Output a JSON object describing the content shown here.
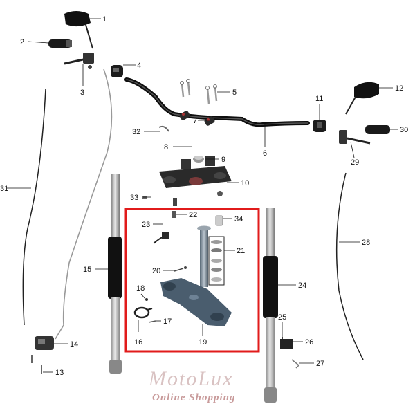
{
  "diagram": {
    "callouts": [
      "1",
      "2",
      "3",
      "4",
      "5",
      "6",
      "7",
      "8",
      "9",
      "10",
      "11",
      "12",
      "13",
      "14",
      "15",
      "16",
      "17",
      "18",
      "19",
      "20",
      "21",
      "22",
      "23",
      "24",
      "25",
      "26",
      "27",
      "28",
      "29",
      "30",
      "31",
      "32",
      "33",
      "34"
    ],
    "highlight_color": "#e11b1b",
    "watermark": {
      "brand": "MotoLux",
      "tagline": "Online Shopping"
    }
  }
}
